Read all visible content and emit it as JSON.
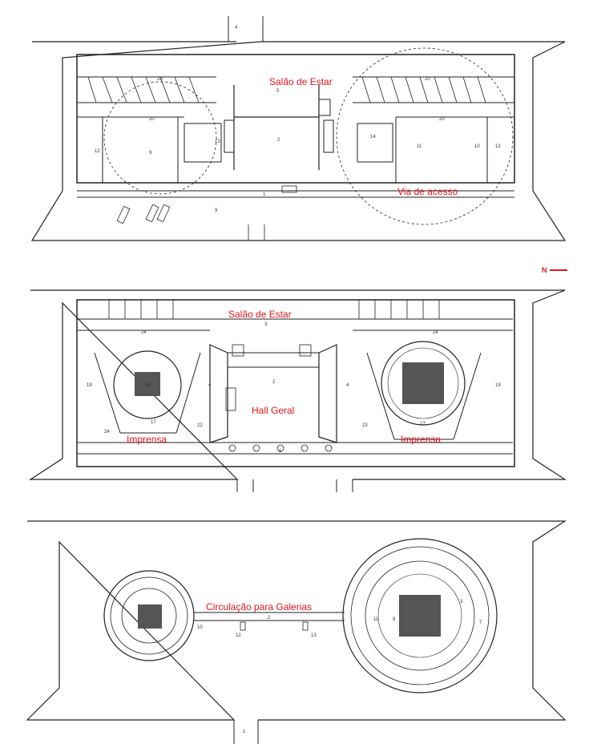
{
  "colors": {
    "ink": "#222222",
    "label": "#e1141b",
    "paper": "#ffffff"
  },
  "north_arrow": {
    "letter": "N"
  },
  "plans": {
    "top": {
      "labels": [
        "Salão de Estar",
        "Via de acesso"
      ],
      "numbers": [
        "4",
        "20",
        "20",
        "5",
        "20",
        "20",
        "2",
        "12",
        "9",
        "13",
        "14",
        "11",
        "10",
        "12",
        "1",
        "9"
      ]
    },
    "middle": {
      "labels": [
        "Salão de Estar",
        "Hall Geral",
        "Imprensa",
        "Imprensa"
      ],
      "numbers": [
        "3",
        "24",
        "24",
        "16",
        "7",
        "4",
        "2",
        "4",
        "19",
        "19",
        "17",
        "17",
        "24",
        "23",
        "22",
        "1"
      ]
    },
    "bottom": {
      "labels": [
        "Circulação para Galerias"
      ],
      "numbers": [
        "10",
        "2",
        "12",
        "13",
        "11",
        "9",
        "3",
        "7",
        "1"
      ]
    }
  }
}
